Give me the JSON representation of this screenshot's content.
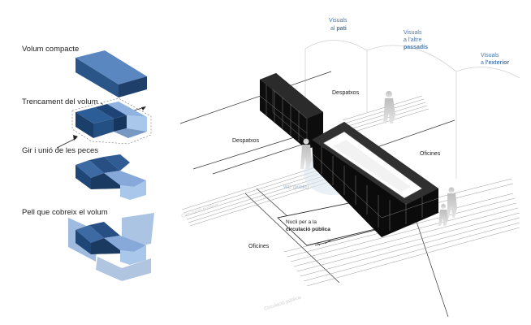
{
  "steps": [
    {
      "label": "Volum compacte"
    },
    {
      "label": "Trencament del volum"
    },
    {
      "label": "Gir i unió de les peces"
    },
    {
      "label": "Pell que cobreix el volum"
    }
  ],
  "views": {
    "patio": {
      "line1": "Visuals",
      "line2a": "al ",
      "line2b": "pati"
    },
    "corridor": {
      "line1": "Visuals",
      "line2": "a l'altre",
      "line3": "passadís"
    },
    "exterior": {
      "line1": "Visuals",
      "line2a": "a ",
      "line2b": "l'exterior"
    }
  },
  "rooms": {
    "despatxos_upper": "Despatxos",
    "despatxos_left": "Despatxos",
    "oficines_right": "Oficines",
    "oficines_lower": "Oficines",
    "wc": "WC (públic)"
  },
  "core": {
    "line1": "Nucli per a la",
    "line2": "circulació pública"
  },
  "circulation": {
    "upper": "Circulació pública",
    "lower": "Circulació pública"
  },
  "colors": {
    "dark_blue": "#1f4a7a",
    "mid_blue": "#3f6fa6",
    "light_blue": "#a9c7ea",
    "label_blue": "#4a78a8",
    "glass_dark": "#0c0c0c",
    "ghost": "#d9d9d9"
  }
}
